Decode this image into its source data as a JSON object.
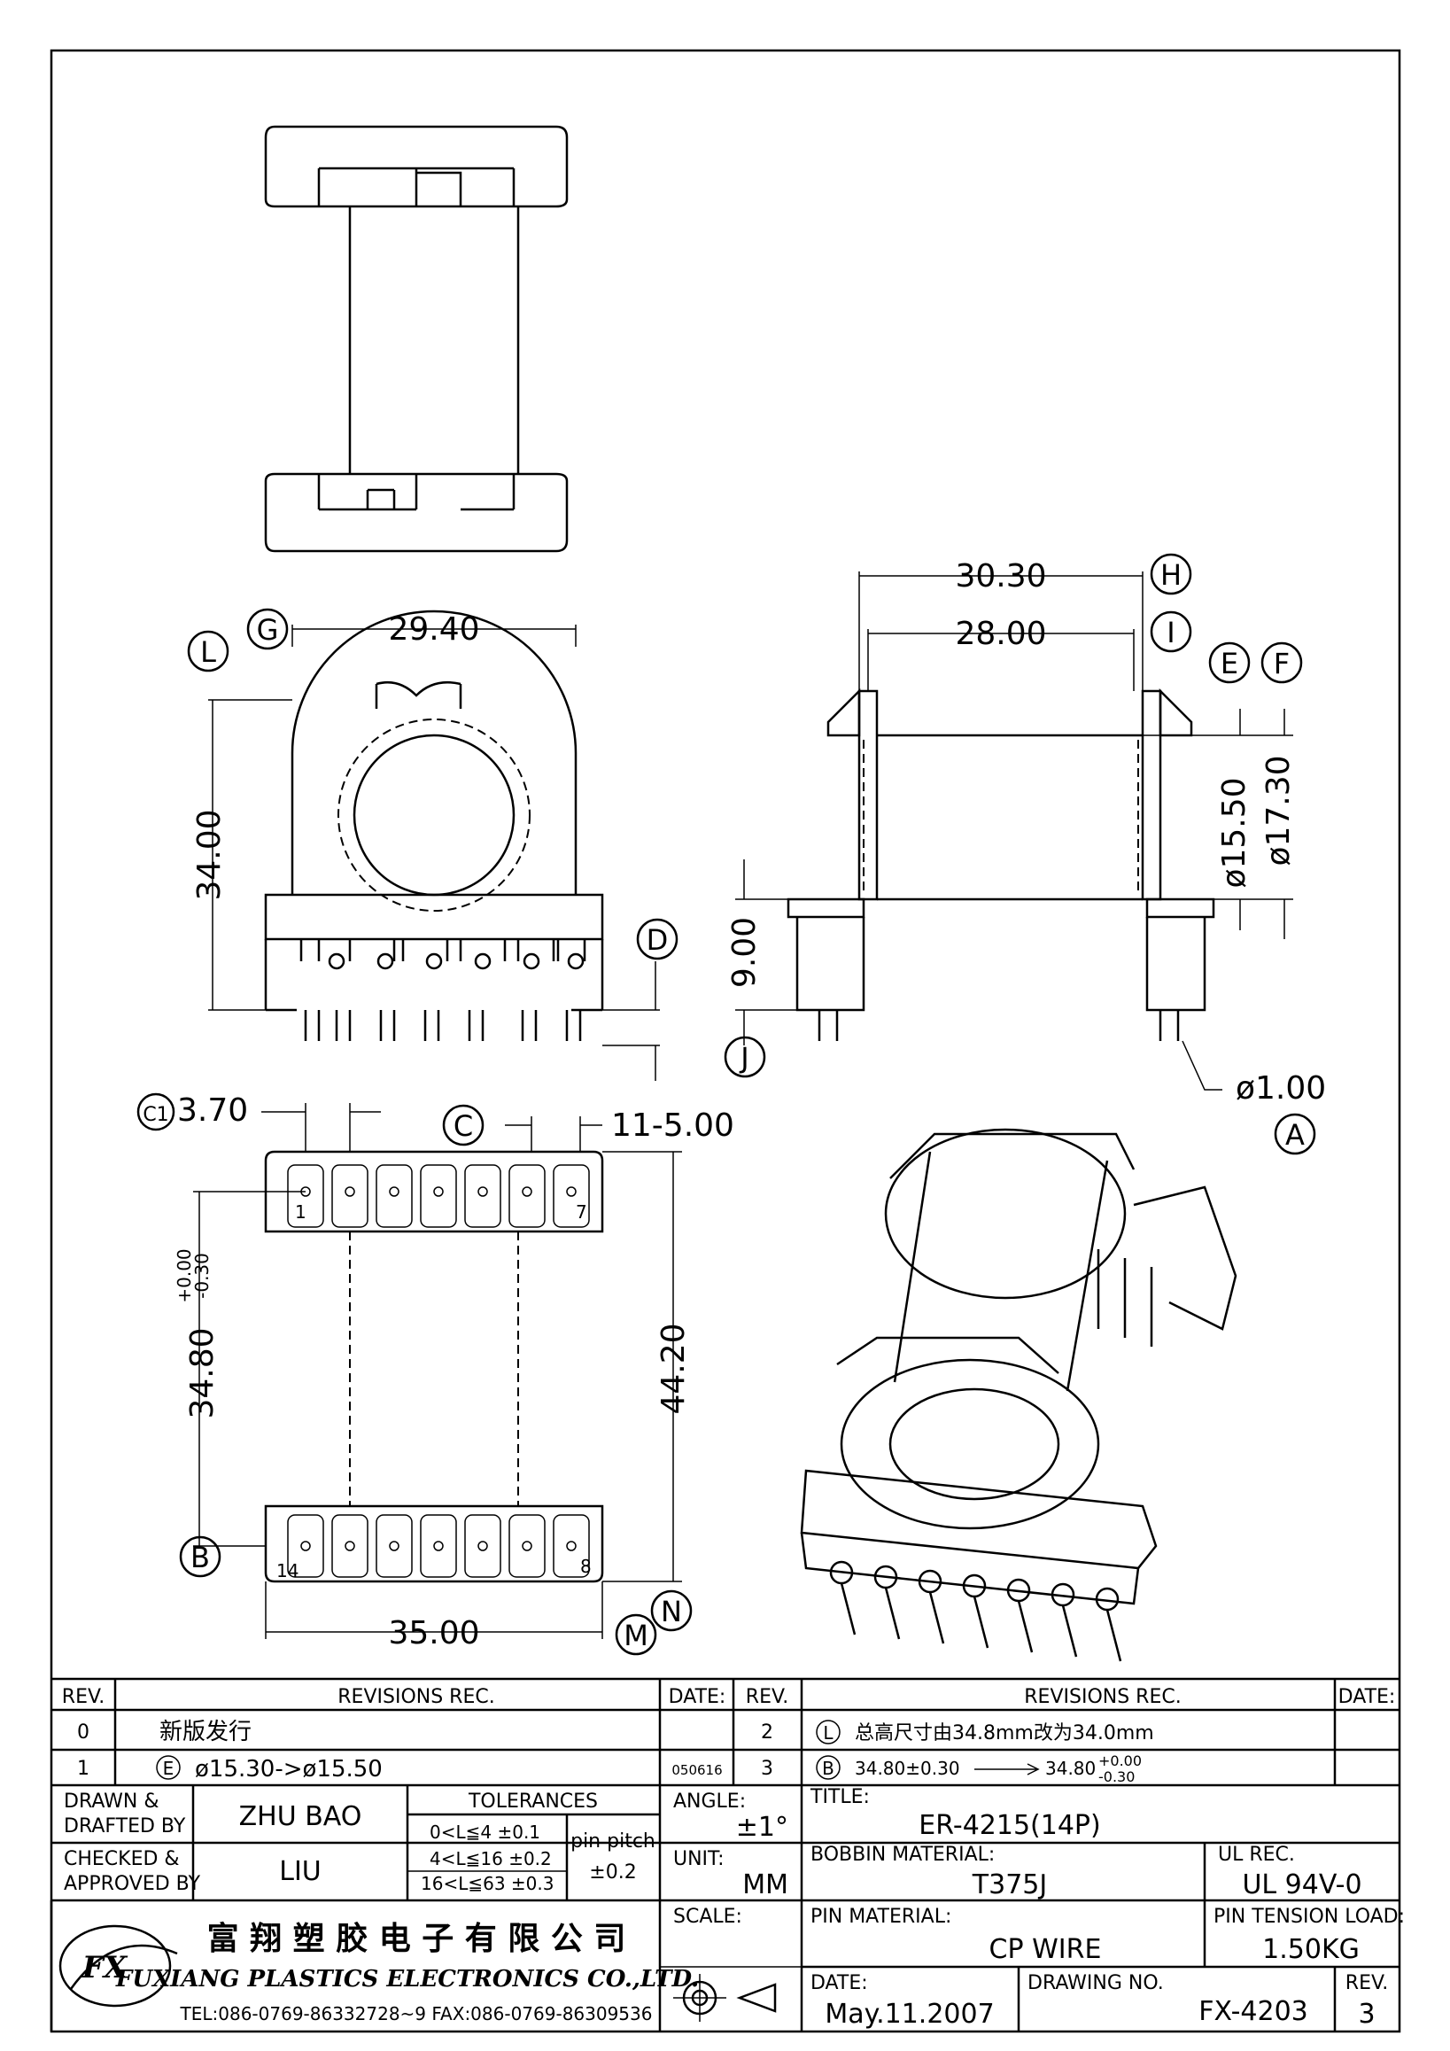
{
  "dimensions": {
    "top_width": "29.40",
    "height": "34.00",
    "side_outer": "30.30",
    "side_inner": "28.00",
    "dia_inner": "ø15.50",
    "dia_outer": "ø17.30",
    "base_h": "9.00",
    "pin_dia": "ø1.00",
    "pin_offset": "3.70",
    "pin_pitch": "11-5.00",
    "length": "34.80",
    "length_tol_upper": "+0.00",
    "length_tol_lower": "-0.30",
    "total_len": "44.20",
    "base_width": "35.00"
  },
  "callouts": {
    "A": "A",
    "B": "B",
    "C": "C",
    "C1": "C1",
    "D": "D",
    "E": "E",
    "F": "F",
    "G": "G",
    "H": "H",
    "I": "I",
    "J": "J",
    "L": "L",
    "M": "M",
    "N": "N"
  },
  "pins": {
    "p1": "1",
    "p7": "7",
    "p8": "8",
    "p14": "14"
  },
  "revisions": {
    "header": {
      "rev": "REV.",
      "rec": "REVISIONS   REC.",
      "date": "DATE:"
    },
    "left": [
      {
        "rev": "0",
        "text": "新版发行",
        "date": ""
      },
      {
        "rev": "1",
        "mark": "E",
        "text": "ø15.30->ø15.50",
        "date": "050616"
      }
    ],
    "right": [
      {
        "rev": "2",
        "mark": "L",
        "text": "总高尺寸由34.8mm改为34.0mm"
      },
      {
        "rev": "3",
        "mark": "B",
        "text_a": "34.80±0.30",
        "text_b": "34.80",
        "tol_up": "+0.00",
        "tol_lo": "-0.30"
      }
    ]
  },
  "title_block": {
    "drawn_label": "DRAWN &",
    "drafted_label": "DRAFTED BY",
    "drawn_by": "ZHU   BAO",
    "checked_label": "CHECKED &",
    "approved_label": "APPROVED BY",
    "checked_by": "LIU",
    "tolerances_label": "TOLERANCES",
    "tol1": "0<L≦4    ±0.1",
    "tol2": "4<L≦16  ±0.2",
    "tol3": "16<L≦63  ±0.3",
    "pin_pitch_label": "pin pitch",
    "pin_pitch_tol": "±0.2",
    "angle_label": "ANGLE:",
    "angle": "±1°",
    "unit_label": "UNIT:",
    "unit": "MM",
    "scale_label": "SCALE:",
    "title_label": "TITLE:",
    "title": "ER-4215(14P)",
    "bobbin_label": "BOBBIN MATERIAL:",
    "bobbin": "T375J",
    "ul_label": "UL REC.",
    "ul": "UL 94V-0",
    "pin_mat_label": "PIN MATERIAL:",
    "pin_mat": "CP  WIRE",
    "tension_label": "PIN TENSION LOAD:",
    "tension": "1.50KG",
    "date_label": "DATE:",
    "date": "May.11.2007",
    "drawing_label": "DRAWING NO.",
    "drawing_no": "FX-4203",
    "rev_label": "REV.",
    "rev": "3"
  },
  "company": {
    "name_cn": "富 翔 塑 胶 电 子 有 限 公 司",
    "name_en": "FUXIANG PLASTICS ELECTRONICS CO.,LTD.",
    "contact": "TEL:086-0769-86332728~9  FAX:086-0769-86309536",
    "logo_text": "FX"
  }
}
